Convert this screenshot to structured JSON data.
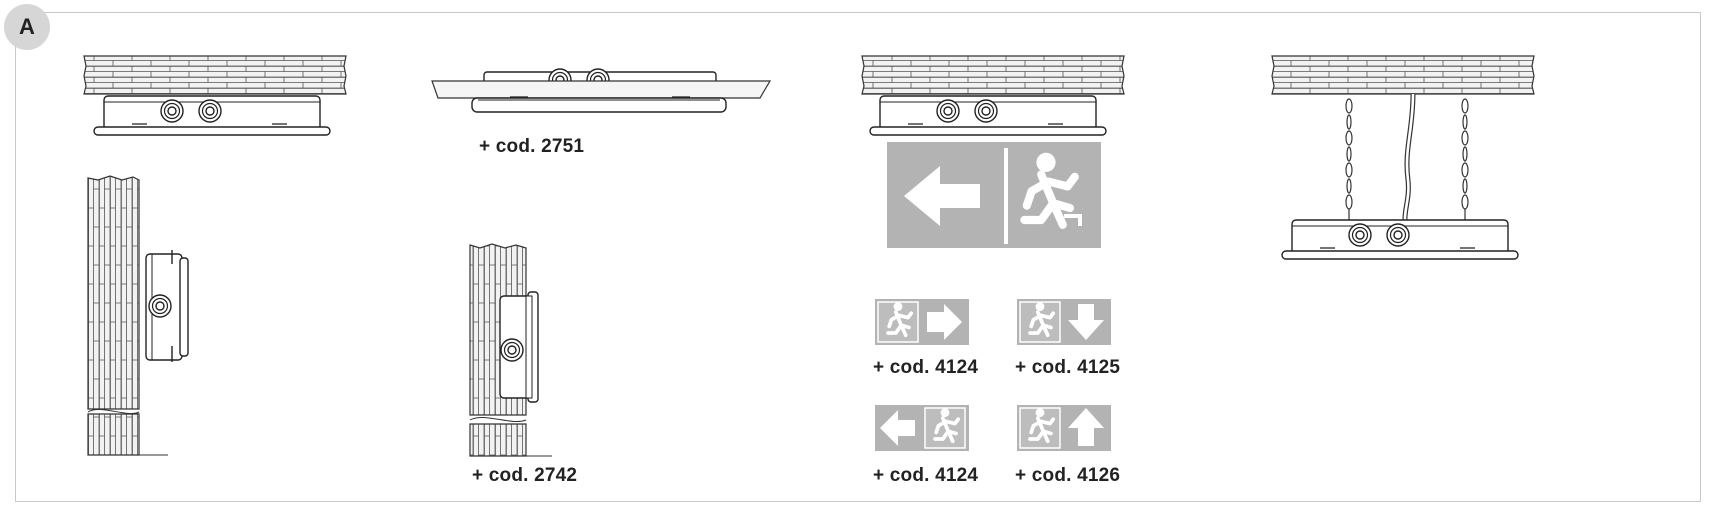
{
  "section_label": "A",
  "codes": {
    "recessed_kit": "+ cod. 2751",
    "wall_bracket": "+ cod. 2742",
    "sign_right": "+ cod. 4124",
    "sign_down": "+ cod. 4125",
    "sign_left": "+ cod. 4124",
    "sign_up": "+ cod. 4126"
  },
  "colors": {
    "line": "#333333",
    "sign_grey": "#b3b3b3",
    "brick": "#f2f2f2"
  },
  "icons": [
    "running-man-icon",
    "arrow-left-icon",
    "arrow-right-icon",
    "arrow-down-icon",
    "arrow-up-icon"
  ]
}
